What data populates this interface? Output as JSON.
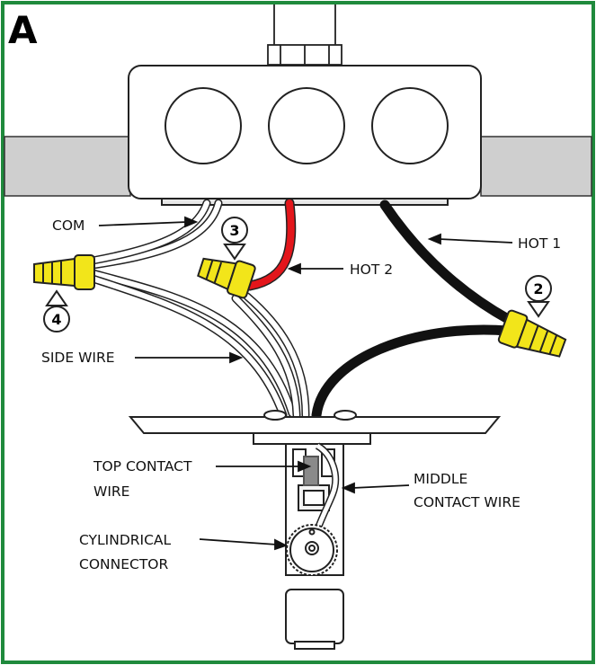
{
  "panel_letter": "A",
  "colors": {
    "frame": "#1f8a3c",
    "ceiling": "#cfcfcf",
    "connector_yellow": "#f2e51a",
    "hot2_wire": "#e3161b",
    "hot1_wire": "#111111",
    "white_wire": "#ffffff"
  },
  "labels": {
    "com": "COM",
    "hot1": "HOT 1",
    "hot2": "HOT 2",
    "side_wire": "SIDE WIRE",
    "top_contact_wire_1": "TOP CONTACT",
    "top_contact_wire_2": "WIRE",
    "middle_contact_wire_1": "MIDDLE",
    "middle_contact_wire_2": "CONTACT WIRE",
    "cylindrical_connector_1": "CYLINDRICAL",
    "cylindrical_connector_2": "CONNECTOR"
  },
  "callouts": {
    "two": "2",
    "three": "3",
    "four": "4"
  }
}
